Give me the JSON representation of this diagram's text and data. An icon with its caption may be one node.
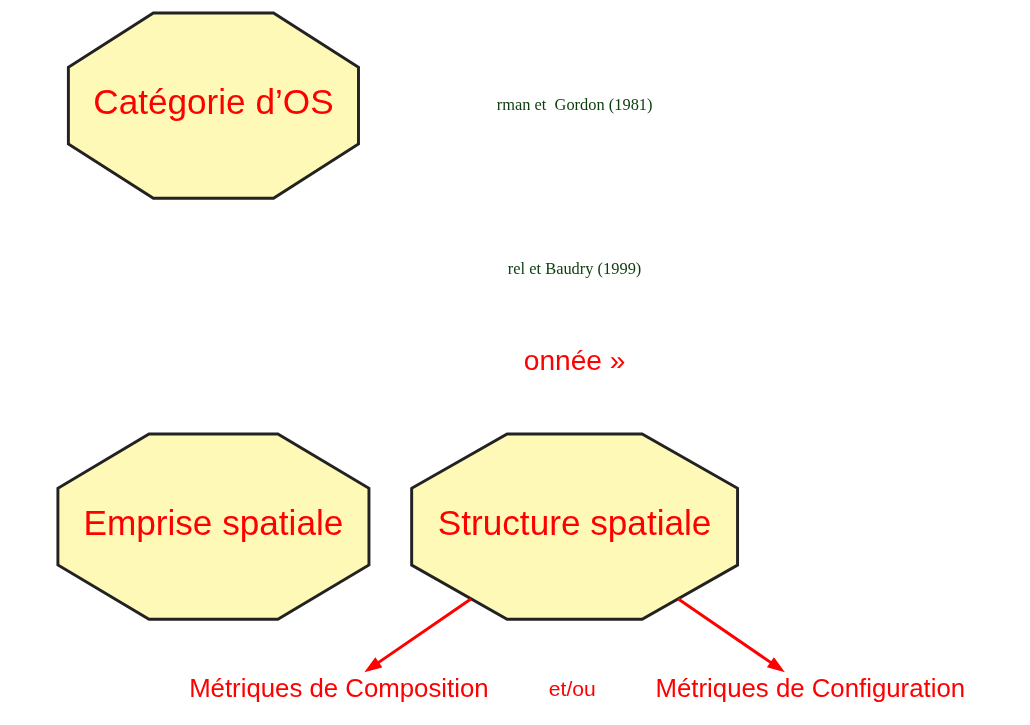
{
  "diagram": {
    "nodes": [
      {
        "text": [
          "Catégorie d’OS"
        ]
      },
      {
        "text": [
          "Structure spatiale"
        ]
      },
      {
        "text": [
          "Emprise spatiale"
        ]
      },
      {
        "text": [
          "Métriques de Composition"
        ]
      },
      {
        "text": [
          "Métriques de Configuration"
        ]
      }
    ],
    "edges": [
      {
        "from": 1,
        "to": 3,
        "arrow": "to"
      },
      {
        "from": 1,
        "to": 4,
        "arrow": "to"
      }
    ],
    "labels": [
      "rman et  Gordon (1981)",
      "rel et Baudry (1999)",
      "onnée »",
      "et/ou"
    ]
  }
}
